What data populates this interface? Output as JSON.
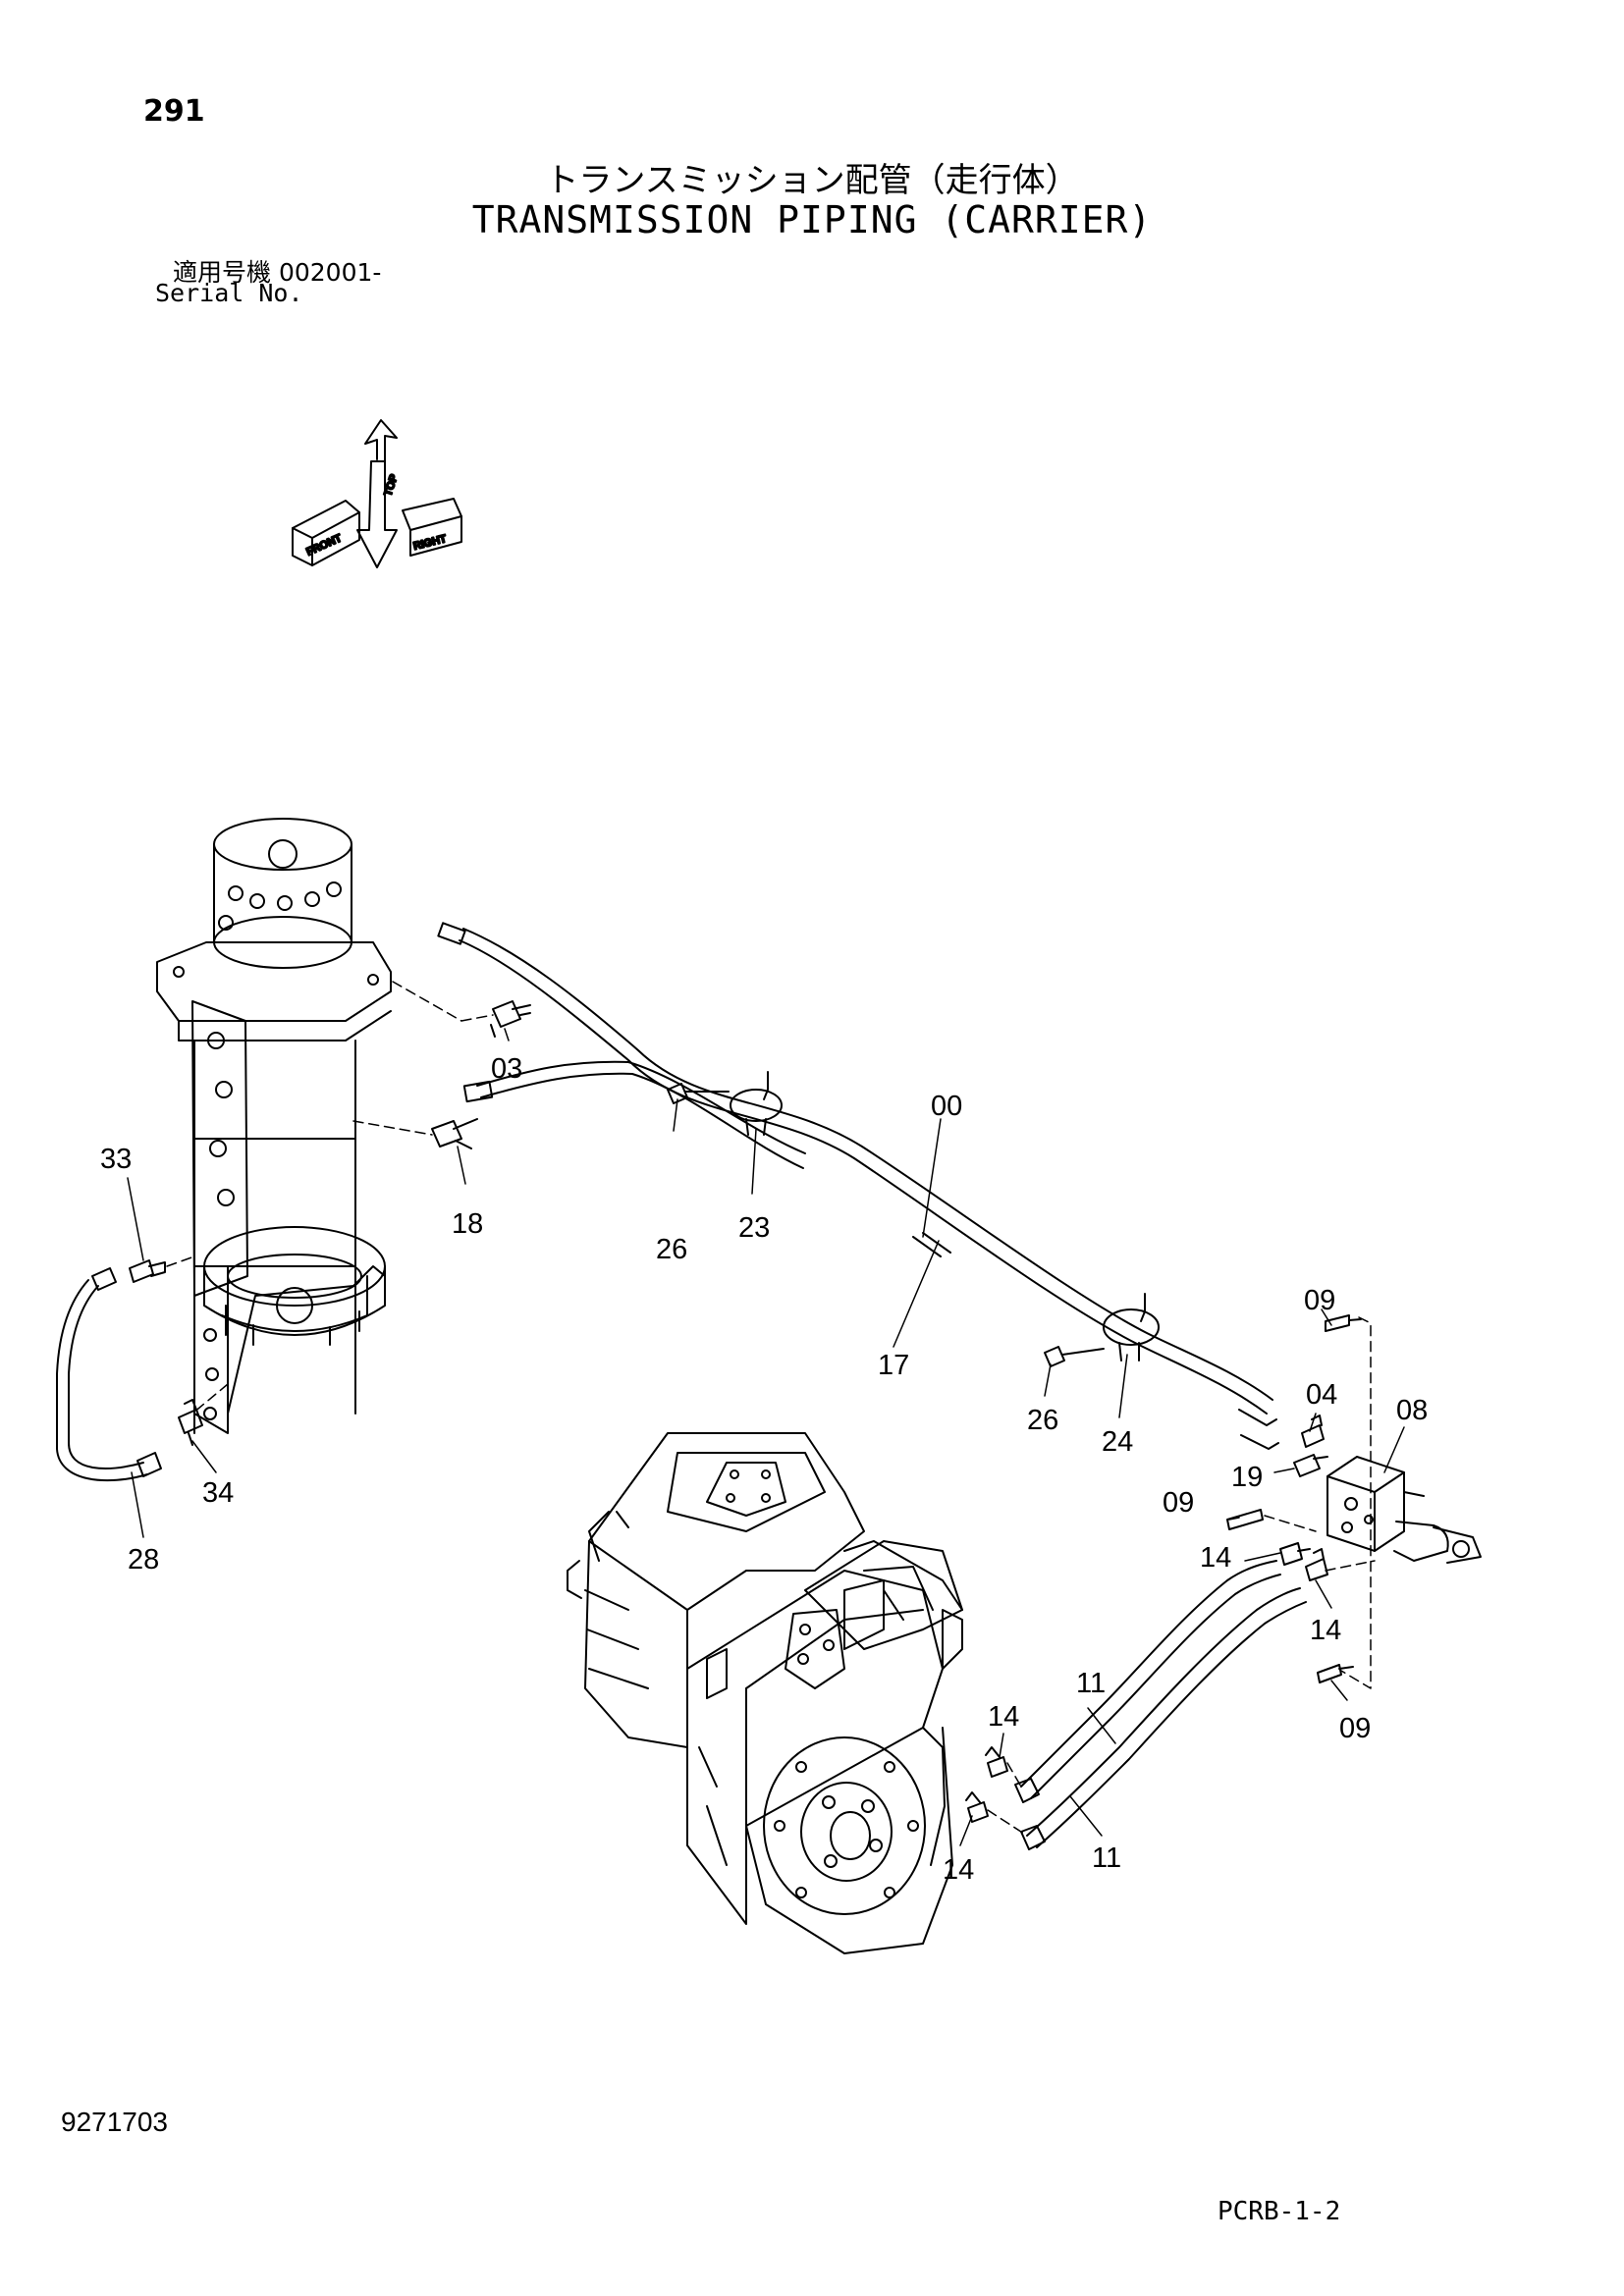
{
  "header": {
    "page_number": "291",
    "title_jp": "トランスミッション配管（走行体）",
    "title_en": "TRANSMISSION PIPING (CARRIER)",
    "serial_label_jp": "適用号機  002001-",
    "serial_label_en": "Serial No."
  },
  "compass": {
    "front": "FRONT",
    "top": "TOP",
    "right": "RIGHT"
  },
  "callouts": {
    "c00": "00",
    "c03": "03",
    "c04": "04",
    "c08": "08",
    "c09a": "09",
    "c09b": "09",
    "c09c": "09",
    "c11a": "11",
    "c11b": "11",
    "c14a": "14",
    "c14b": "14",
    "c14c": "14",
    "c14d": "14",
    "c17": "17",
    "c18": "18",
    "c19": "19",
    "c23": "23",
    "c24": "24",
    "c26a": "26",
    "c26b": "26",
    "c28": "28",
    "c33": "33",
    "c34": "34"
  },
  "footer": {
    "doc_number": "9271703",
    "sheet_code": "PCRB-1-2"
  }
}
